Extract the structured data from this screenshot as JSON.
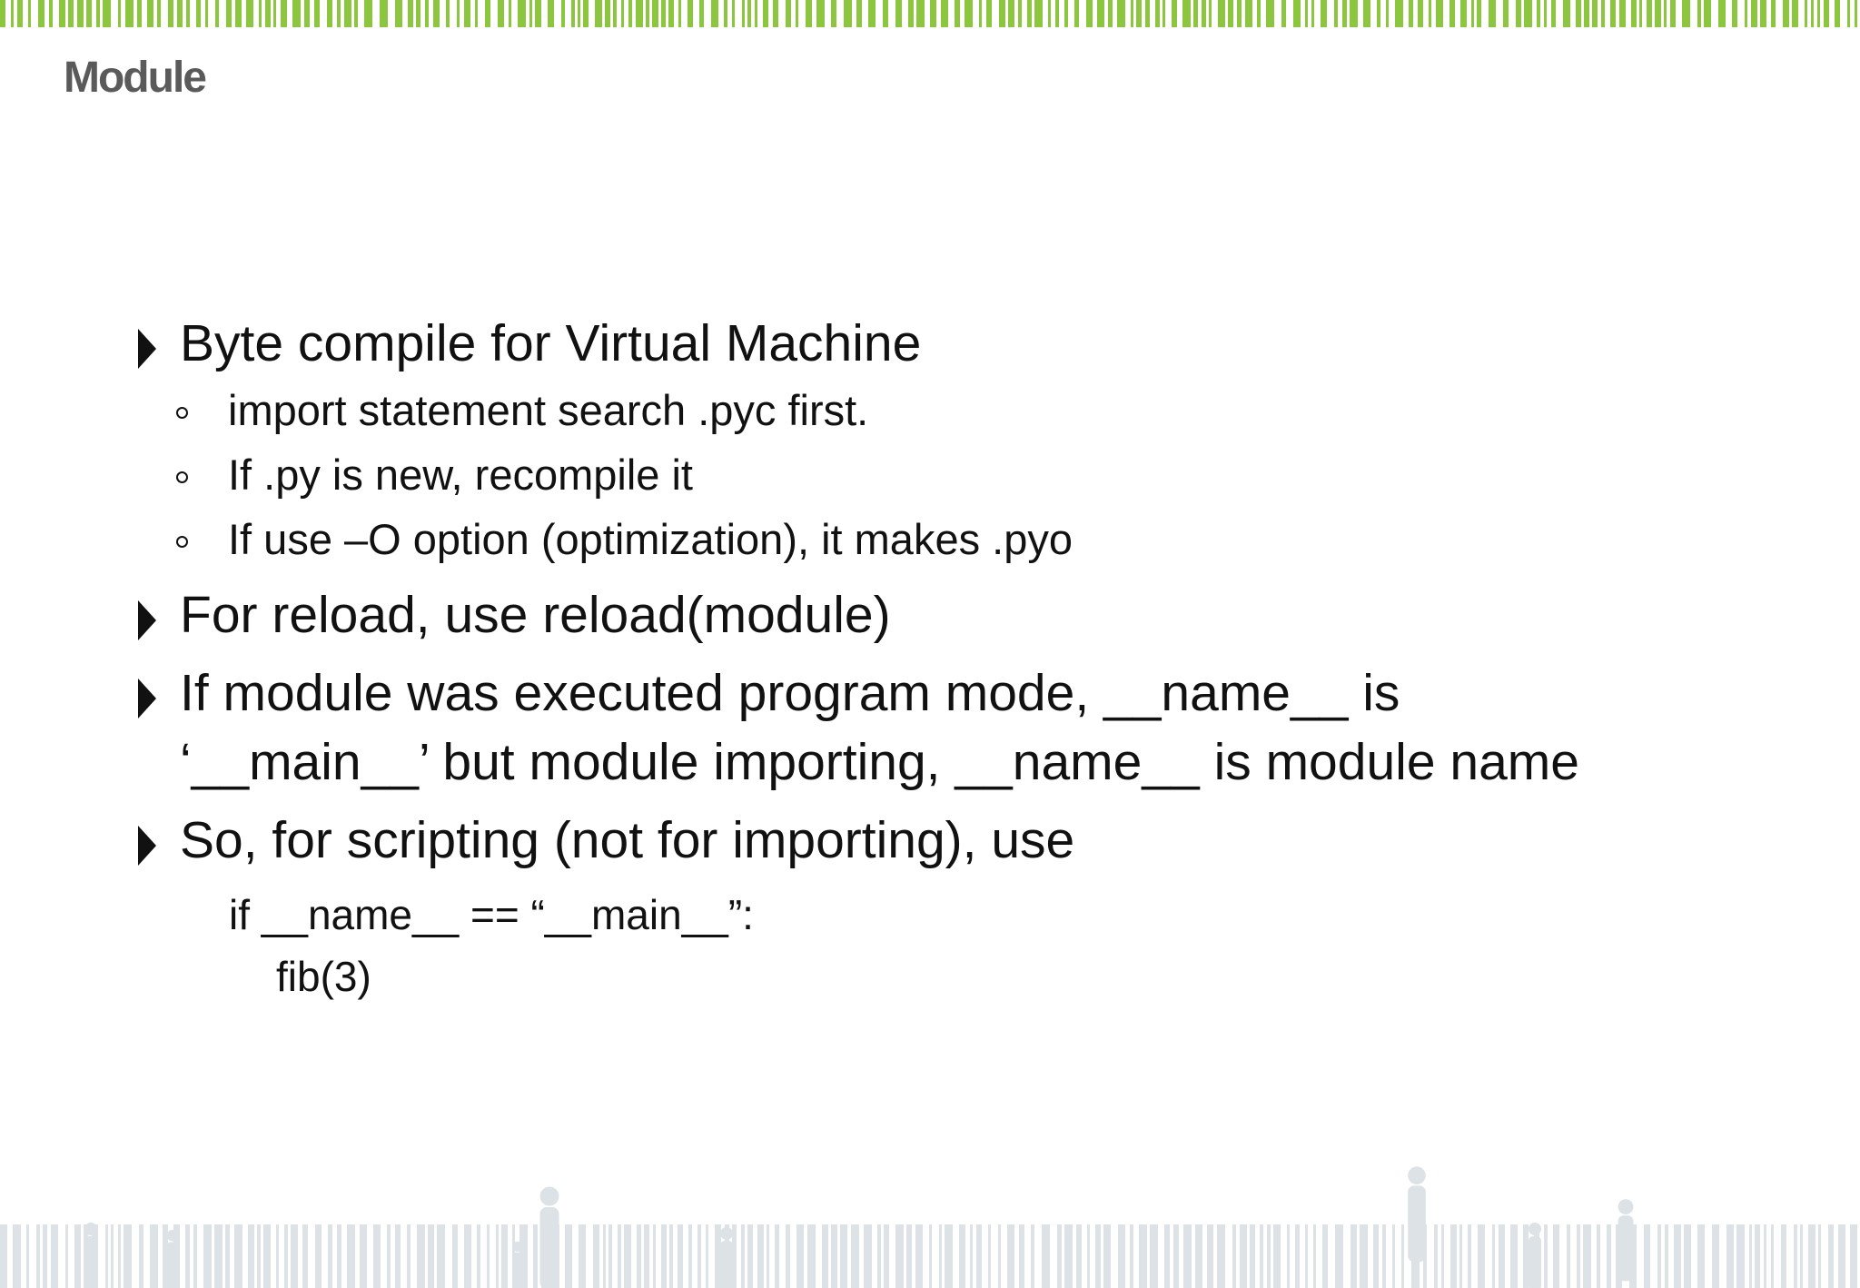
{
  "slide": {
    "title": "Module",
    "colors": {
      "accent_green": "#8cc63f",
      "silhouette_gray": "#dde2e6",
      "title_gray": "#5a5a5a",
      "text": "#111111"
    },
    "bullets": [
      {
        "text": "Byte compile for Virtual Machine",
        "subitems": [
          "import statement search .pyc first.",
          "If .py is new, recompile it",
          "If use –O option (optimization), it makes .pyo"
        ]
      },
      {
        "text": "For reload, use reload(module)"
      },
      {
        "line1": "If module was executed program mode, __name__ is",
        "line2": "‘__main__’ but module importing, __name__ is module name"
      },
      {
        "text": "So, for scripting (not for importing), use"
      }
    ],
    "code": {
      "line1": "if __name__ == “__main__”:",
      "line2": "fib(3)"
    }
  }
}
